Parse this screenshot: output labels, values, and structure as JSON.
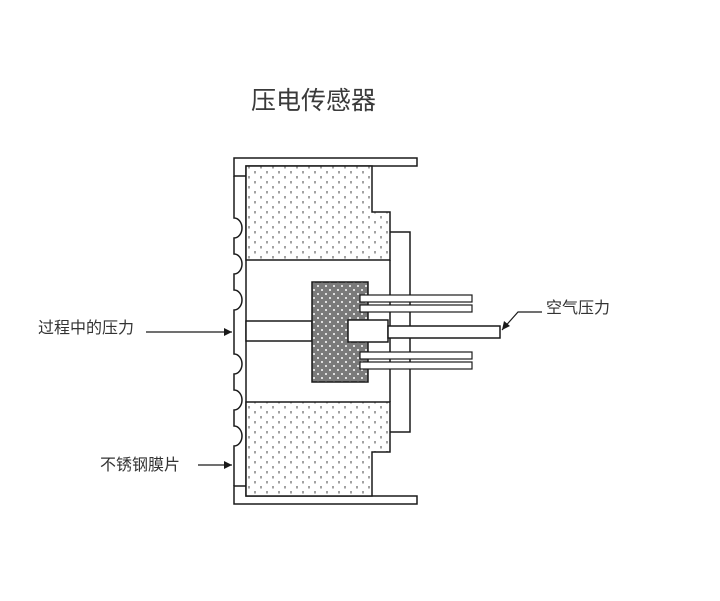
{
  "title": "压电传感器",
  "labels": {
    "process_pressure": "过程中的压力",
    "stainless_diaphragm": "不锈钢膜片",
    "air_pressure": "空气压力"
  },
  "colors": {
    "line": "#1a1a1a",
    "fill_stipple": "#444444",
    "crystal": "#7a7a7a",
    "background": "#ffffff"
  }
}
